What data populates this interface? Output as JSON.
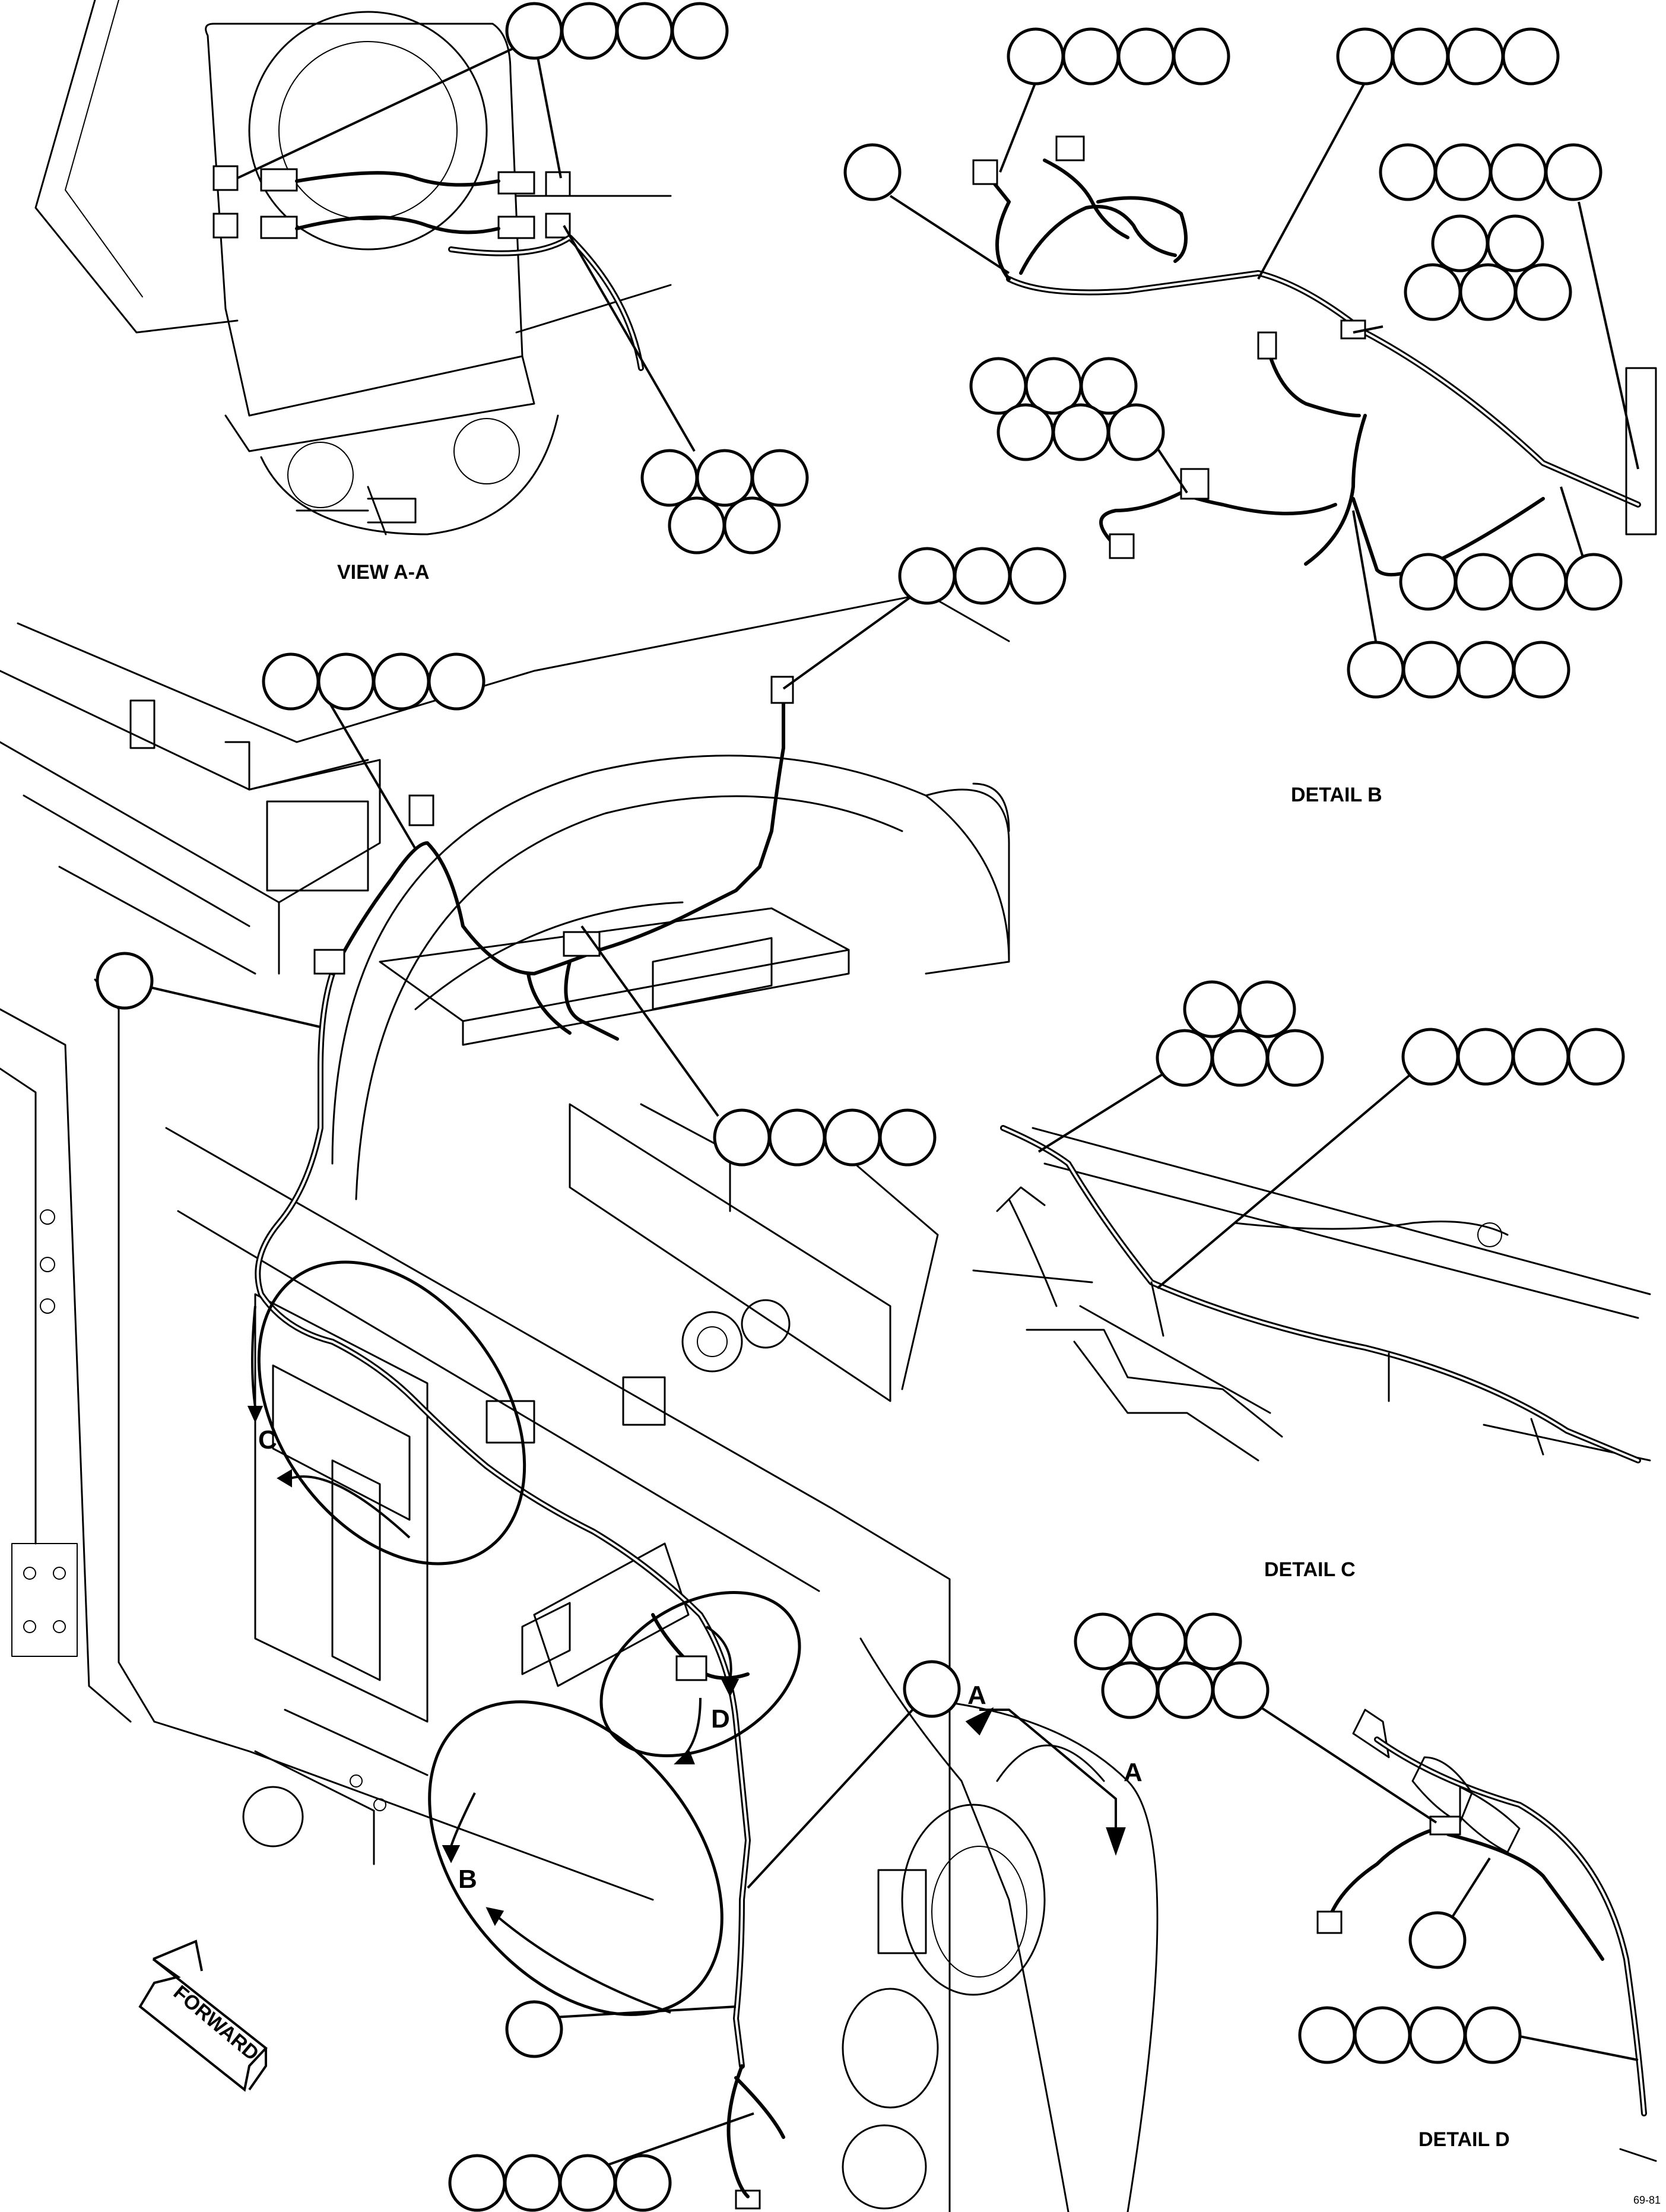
{
  "view_labels": {
    "view_aa": "VIEW A-A",
    "detail_b": "DETAIL B",
    "detail_c": "DETAIL C",
    "detail_d": "DETAIL D"
  },
  "callout_letters": {
    "c": "C",
    "d": "D",
    "b": "B",
    "a_top": "A",
    "a_right": "A"
  },
  "forward_arrow": "FORWARD",
  "figure_code": "69-81"
}
